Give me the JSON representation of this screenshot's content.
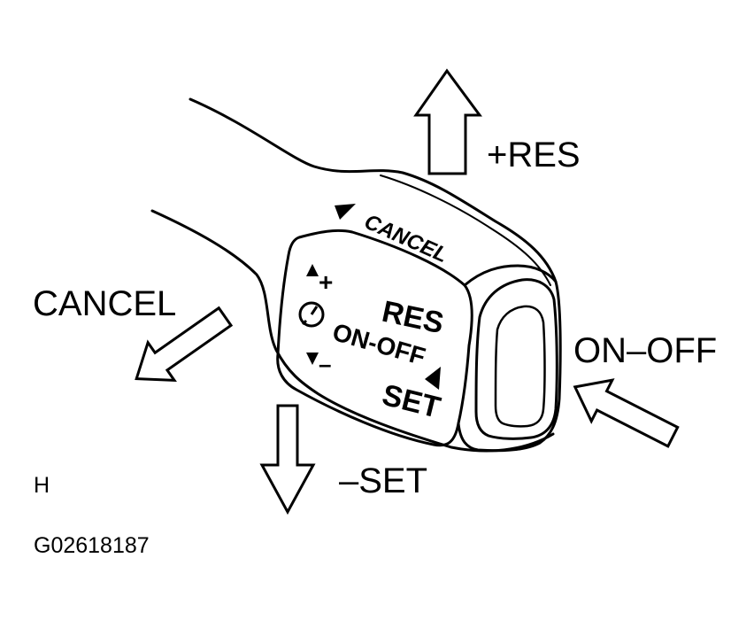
{
  "labels": {
    "res_up": "+RES",
    "cancel_left": "CANCEL",
    "on_off_right": "ON–OFF",
    "set_down": "–SET",
    "corner_letter": "H",
    "figure_id": "G02618187"
  },
  "switch_face": {
    "cancel": "CANCEL",
    "plus": "+",
    "res": "RES",
    "on_off": "ON-OFF",
    "minus": "–",
    "set": "SET"
  },
  "colors": {
    "ink": "#000000",
    "background": "#ffffff"
  }
}
